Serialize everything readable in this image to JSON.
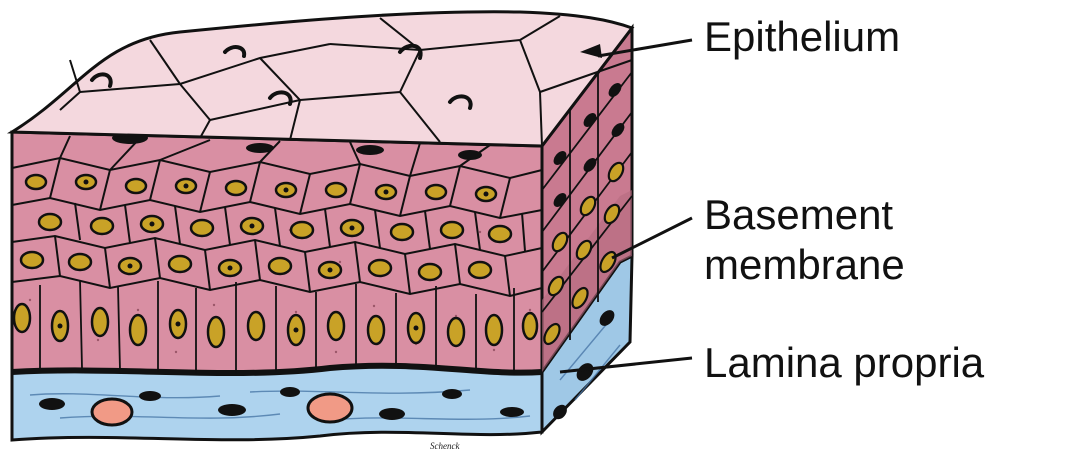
{
  "labels": {
    "epithelium": "Epithelium",
    "basement_membrane_line1": "Basement",
    "basement_membrane_line2": "membrane",
    "lamina_propria": "Lamina propria"
  },
  "signature": "Schenck",
  "colors": {
    "top_surface": "#f4d8de",
    "epithelium_front": "#d98fa3",
    "epithelium_side": "#c97a90",
    "lamina_propria": "#aed3ee",
    "nucleus_fill": "#c9a227",
    "vessel_fill": "#f19a86",
    "outline": "#111111"
  }
}
